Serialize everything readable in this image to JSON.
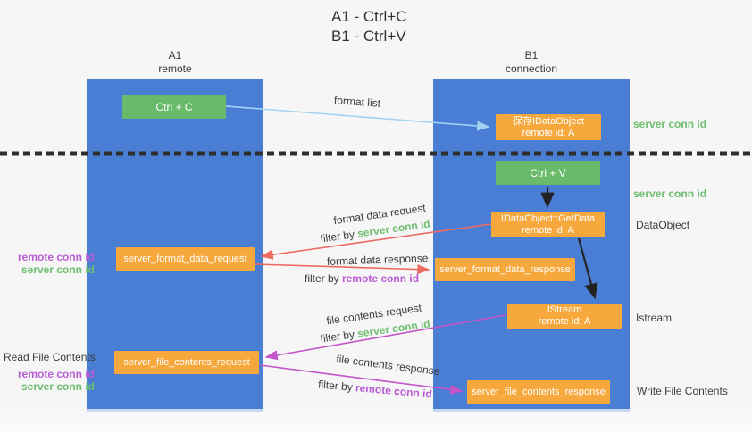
{
  "title": {
    "line1": "A1 - Ctrl+C",
    "line2": "B1 - Ctrl+V"
  },
  "lanes": {
    "left": {
      "title": "A1",
      "subtitle": "remote"
    },
    "right": {
      "title": "B1",
      "subtitle": "connection"
    }
  },
  "boxes": {
    "ctrl_c": {
      "label": "Ctrl + C"
    },
    "save_idataobject": {
      "line1": "保存IDataObject",
      "line2": "remote id: A"
    },
    "ctrl_v": {
      "label": "Ctrl + V"
    },
    "getdata": {
      "line1": "IDataObject::GetData",
      "line2": "remote id: A"
    },
    "format_request": {
      "label": "server_format_data_request"
    },
    "format_response": {
      "label": "server_format_data_response"
    },
    "istream": {
      "line1": "IStream",
      "line2": "remote id: A"
    },
    "file_request": {
      "label": "server_file_contents_request"
    },
    "file_response": {
      "label": "server_file_contents_response"
    }
  },
  "arrow_labels": {
    "format_list": "format list",
    "format_data_request": "format data request",
    "filter1_prefix": "filter by ",
    "filter1_value": "server conn id",
    "format_data_response": "format data response",
    "filter2_prefix": "filter by ",
    "filter2_value": "remote conn id",
    "file_contents_request": "file contents request",
    "filter3_prefix": "filter by ",
    "filter3_value": "server conn id",
    "file_contents_response": "file contents response",
    "filter4_prefix": "filter by ",
    "filter4_value": "remote conn id"
  },
  "side_labels": {
    "server_conn_id_right_top": "server conn id",
    "server_conn_id_right_mid": "server conn id",
    "dataobject": "DataObject",
    "istream": "Istream",
    "write_file_contents": "Write File Contents",
    "remote_conn_id_left_1": "remote conn id",
    "server_conn_id_left_1": "server conn id",
    "read_file_contents": "Read File Contents",
    "remote_conn_id_left_2": "remote conn id",
    "server_conn_id_left_2": "server conn id"
  },
  "colors": {
    "lane_blue": "#4a7ed5",
    "box_orange": "#f6a83d",
    "box_green": "#69bb6b",
    "green_text": "#6dbe6e",
    "purple_text": "#b95cd4",
    "red_arrow": "#ed6a60",
    "magenta_arrow": "#c355c8",
    "light_blue_arrow": "#a3d3f0",
    "black_arrow": "#222222"
  }
}
